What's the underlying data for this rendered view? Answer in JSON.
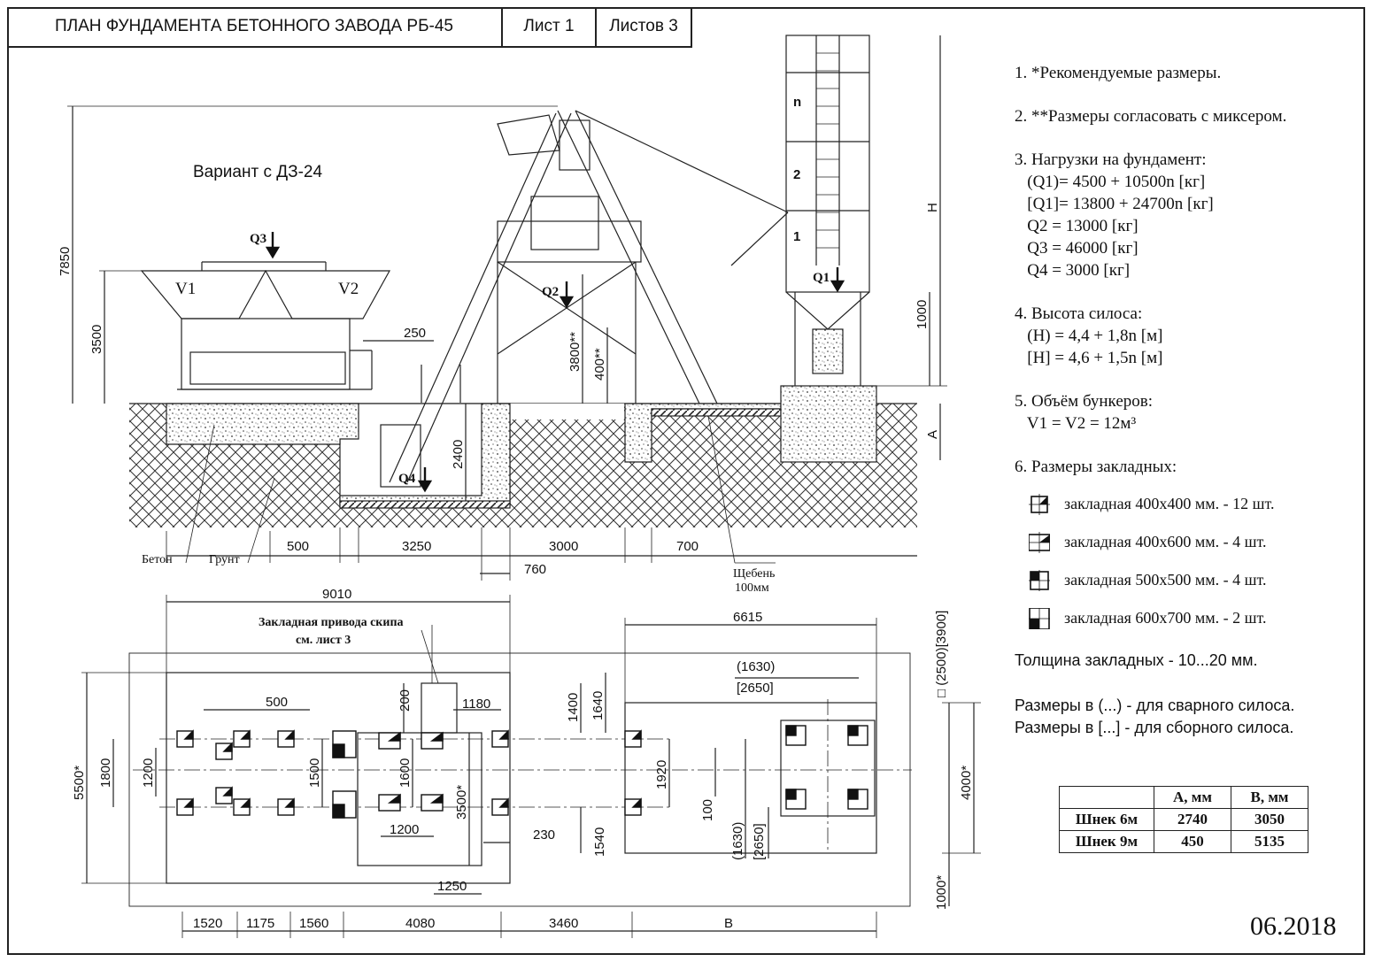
{
  "titlebar": {
    "title": "ПЛАН ФУНДАМЕНТА БЕТОННОГО ЗАВОДА РБ-45",
    "sheet": "Лист 1",
    "sheets_total": "Листов 3"
  },
  "elevation": {
    "variant_label": "Вариант с ДЗ-24",
    "labels": {
      "q1": "Q1",
      "q2": "Q2",
      "q3": "Q3",
      "q4": "Q4",
      "v1": "V1",
      "v2": "V2",
      "silo_n": "n",
      "silo_2": "2",
      "silo_1": "1",
      "beton": "Бетон",
      "grunt": "Грунт",
      "shcheben": "Щебень",
      "shcheben_thk": "100мм"
    },
    "dims": {
      "d7850": "7850",
      "d3500": "3500",
      "d250": "250",
      "d3800": "3800**",
      "d400": "400**",
      "d2400": "2400",
      "d1000": "1000",
      "dH": "H",
      "dA": "A",
      "d500": "500",
      "d3250": "3250",
      "d3000": "3000",
      "d700": "700",
      "d760": "760"
    }
  },
  "plan": {
    "skip_label_1": "Закладная привода скипа",
    "skip_label_2": "см. лист 3",
    "dims": {
      "d9010": "9010",
      "d6615": "6615",
      "d500": "500",
      "d1180": "1180",
      "d200": "200",
      "d1400": "1400",
      "d1640": "1640",
      "d1630a": "(1630)",
      "d2650a": "[2650]",
      "d5500": "5500*",
      "d1800": "1800",
      "d1200v": "1200",
      "d1500": "1500",
      "d1600": "1600",
      "d3500": "3500*",
      "d1920": "1920",
      "d100": "100",
      "d1630b": "(1630)",
      "d2650b": "[2650]",
      "d4000": "4000*",
      "d1200h": "1200",
      "d230": "230",
      "d1540": "1540",
      "d1250": "1250",
      "d1000": "1000*",
      "dsilo": "□ (2500)[3900]",
      "b1520": "1520",
      "b1175": "1175",
      "b1560": "1560",
      "b4080": "4080",
      "b3460": "3460",
      "bB": "B"
    }
  },
  "notes": {
    "n1": "1. *Рекомендуемые размеры.",
    "n2": "2. **Размеры согласовать с миксером.",
    "n3": "3. Нагрузки на фундамент:",
    "n3a": "   (Q1)= 4500 + 10500n [кг]",
    "n3b": "   [Q1]= 13800 + 24700n [кг]",
    "n3c": "   Q2 = 13000 [кг]",
    "n3d": "   Q3 = 46000 [кг]",
    "n3e": "   Q4 = 3000 [кг]",
    "n4": "4. Высота силоса:",
    "n4a": "   (H) = 4,4 + 1,8n [м]",
    "n4b": "   [H] = 4,6 + 1,5n [м]",
    "n5": "5. Объём бункеров:",
    "n5a": "   V1 = V2 = 12м³",
    "n6": "6. Размеры закладных:",
    "emb1": "закладная 400x400 мм. - 12 шт.",
    "emb2": "закладная 400x600 мм. - 4 шт.",
    "emb3": "закладная 500x500 мм. - 4 шт.",
    "emb4": "закладная 600x700 мм. - 2 шт.",
    "thickness": "Толщина закладных - 10...20 мм.",
    "paren": "Размеры в (...) - для сварного силоса.",
    "bracket": "Размеры в [...] - для сборного силоса."
  },
  "table": {
    "headers": [
      "",
      "A, мм",
      "B, мм"
    ],
    "rows": [
      [
        "Шнек 6м",
        "2740",
        "3050"
      ],
      [
        "Шнек 9м",
        "450",
        "5135"
      ]
    ]
  },
  "date": "06.2018"
}
